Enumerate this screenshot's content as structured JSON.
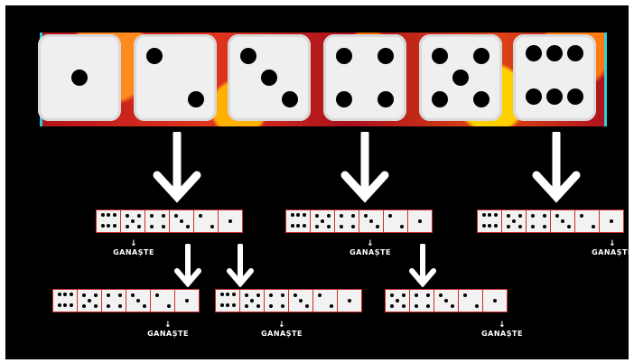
{
  "top_dice": [
    1,
    2,
    3,
    4,
    5,
    6
  ],
  "combo_rows": [
    {
      "dice": [
        6,
        5,
        4,
        3,
        2,
        1
      ],
      "caption": "GANAȘTE"
    },
    {
      "dice": [
        6,
        5,
        4,
        3,
        2,
        1
      ],
      "caption": "GANAȘTE"
    },
    {
      "dice": [
        6,
        5,
        4,
        3,
        2,
        1
      ],
      "caption": "GANAȘTE"
    },
    {
      "dice": [
        6,
        5,
        4,
        3,
        2,
        1
      ],
      "caption": "GANAȘTE"
    },
    {
      "dice": [
        6,
        5,
        4,
        3,
        2,
        1
      ],
      "caption": "GANAȘTE"
    },
    {
      "dice": [
        5,
        4,
        3,
        2,
        1
      ],
      "caption": "GANAȘTE"
    }
  ],
  "labels": {
    "row1_caption": "GANAȘTE",
    "row2_caption": "GANAȘTE",
    "row3_caption": "GANAȘTE",
    "row4_caption": "GANAȘTE",
    "row5_caption": "GANAȘTE",
    "row6_caption": "GANAȘTE",
    "down_tick": "↓"
  },
  "colors": {
    "background": "#000000",
    "die_face": "#efefef",
    "pip": "#000000",
    "mini_row_border": "#c9302c",
    "strip_edge": "#2ad0d6",
    "arrow": "#ffffff"
  }
}
